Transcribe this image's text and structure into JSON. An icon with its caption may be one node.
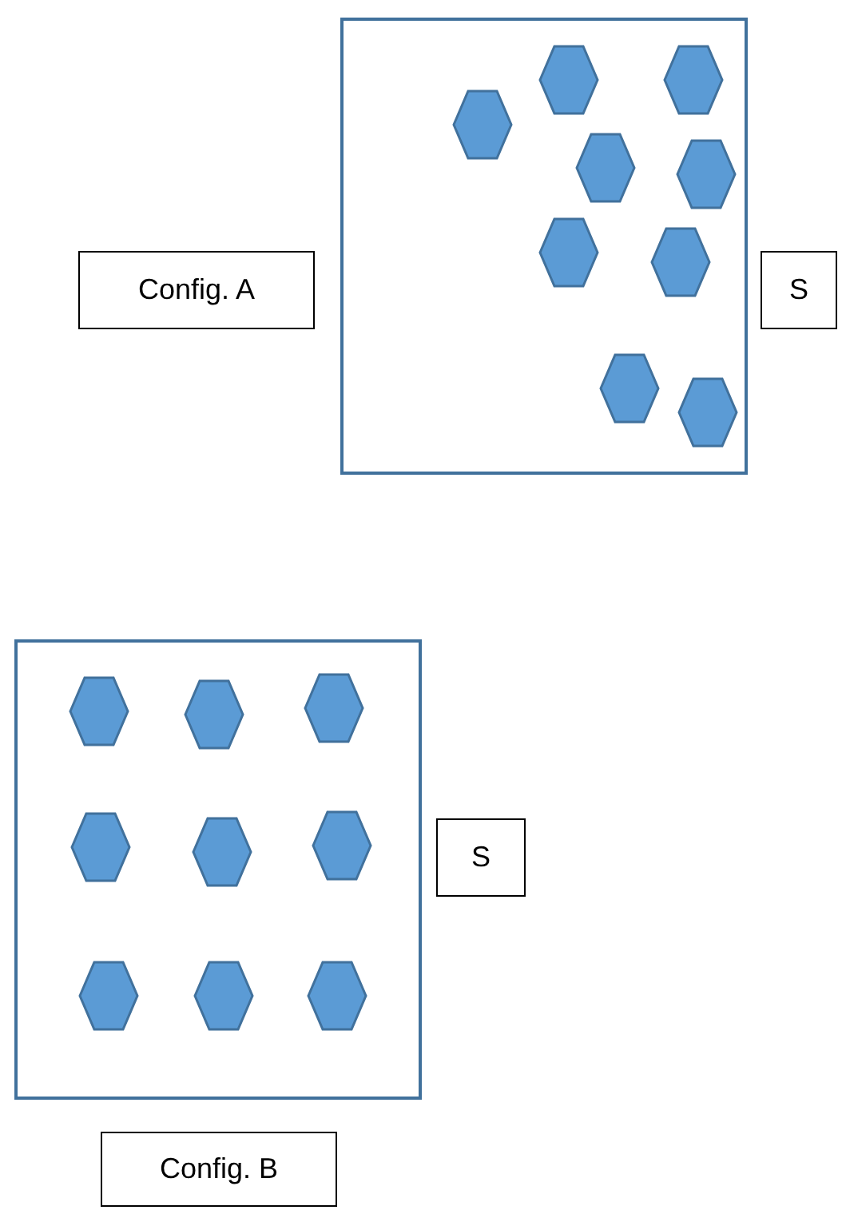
{
  "diagram": {
    "nodes": [
      {
        "text": [
          "Config. A"
        ]
      },
      {
        "text": [],
        "shape": "box"
      },
      {
        "text": [],
        "shape": "hexagon",
        "in": 1
      },
      {
        "text": [],
        "shape": "hexagon",
        "in": 1
      },
      {
        "text": [],
        "shape": "hexagon",
        "in": 1
      },
      {
        "text": [],
        "shape": "hexagon",
        "in": 1
      },
      {
        "text": [],
        "shape": "hexagon",
        "in": 1
      },
      {
        "text": [],
        "shape": "hexagon",
        "in": 1
      },
      {
        "text": [],
        "shape": "hexagon",
        "in": 1
      },
      {
        "text": [],
        "shape": "hexagon",
        "in": 1
      },
      {
        "text": [],
        "shape": "hexagon",
        "in": 1
      },
      {
        "text": [
          "S"
        ]
      },
      {
        "text": [],
        "shape": "box"
      },
      {
        "text": [],
        "shape": "hexagon",
        "in": 12
      },
      {
        "text": [],
        "shape": "hexagon",
        "in": 12
      },
      {
        "text": [],
        "shape": "hexagon",
        "in": 12
      },
      {
        "text": [],
        "shape": "hexagon",
        "in": 12
      },
      {
        "text": [],
        "shape": "hexagon",
        "in": 12
      },
      {
        "text": [],
        "shape": "hexagon",
        "in": 12
      },
      {
        "text": [],
        "shape": "hexagon",
        "in": 12
      },
      {
        "text": [],
        "shape": "hexagon",
        "in": 12
      },
      {
        "text": [],
        "shape": "hexagon",
        "in": 12
      },
      {
        "text": [
          "S"
        ]
      },
      {
        "text": [
          "Config. B"
        ]
      }
    ]
  }
}
